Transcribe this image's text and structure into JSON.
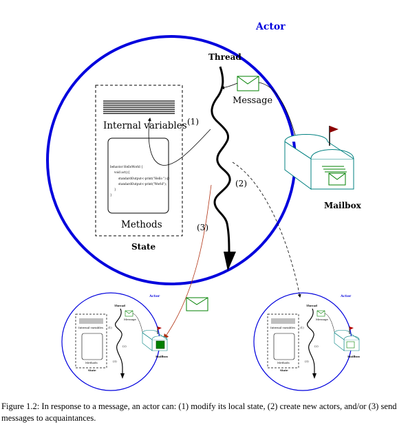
{
  "main_diagram": {
    "actor_label": "Actor",
    "thread_label": "Thread",
    "message_label": "Message",
    "internal_variables_label": "Internal variables",
    "methods_label": "Methods",
    "state_label": "State",
    "mailbox_label": "Mailbox",
    "code_lines": [
      "behavior HelloWorld {",
      "void act(){",
      "standardOutput<-print(\"Hello \") @",
      "standardOutput<-print(\"World\");",
      "}",
      "}"
    ],
    "action_labels": {
      "modify_state": "(1)",
      "create_actors": "(2)",
      "send_messages": "(3)"
    }
  },
  "mini_actor_left": {
    "actor_label": "Actor",
    "thread_label": "Thread",
    "message_label": "Message",
    "internal_variables_label": "Internal variables",
    "methods_label": "Methods",
    "state_label": "State",
    "mailbox_label": "Mailbox",
    "n1": "(1)",
    "n2": "(2)",
    "n3": "(3)"
  },
  "mini_actor_right": {
    "actor_label": "Actor",
    "thread_label": "Thread",
    "message_label": "Message",
    "internal_variables_label": "Internal variables",
    "methods_label": "Methods",
    "state_label": "State",
    "mailbox_label": "Mailbox",
    "n1": "(1)",
    "n2": "(2)",
    "n3": "(3)"
  },
  "caption": {
    "text": "Figure 1.2: In response to a message, an actor can: (1) modify its local state, (2) create new actors, and/or (3) send messages to acquaintances."
  },
  "colors": {
    "actor_circle": "#0000dd",
    "message_envelope": "#008000",
    "mailbox": "#008080",
    "flag": "#8b0000",
    "send_arrow": "#b03010"
  }
}
